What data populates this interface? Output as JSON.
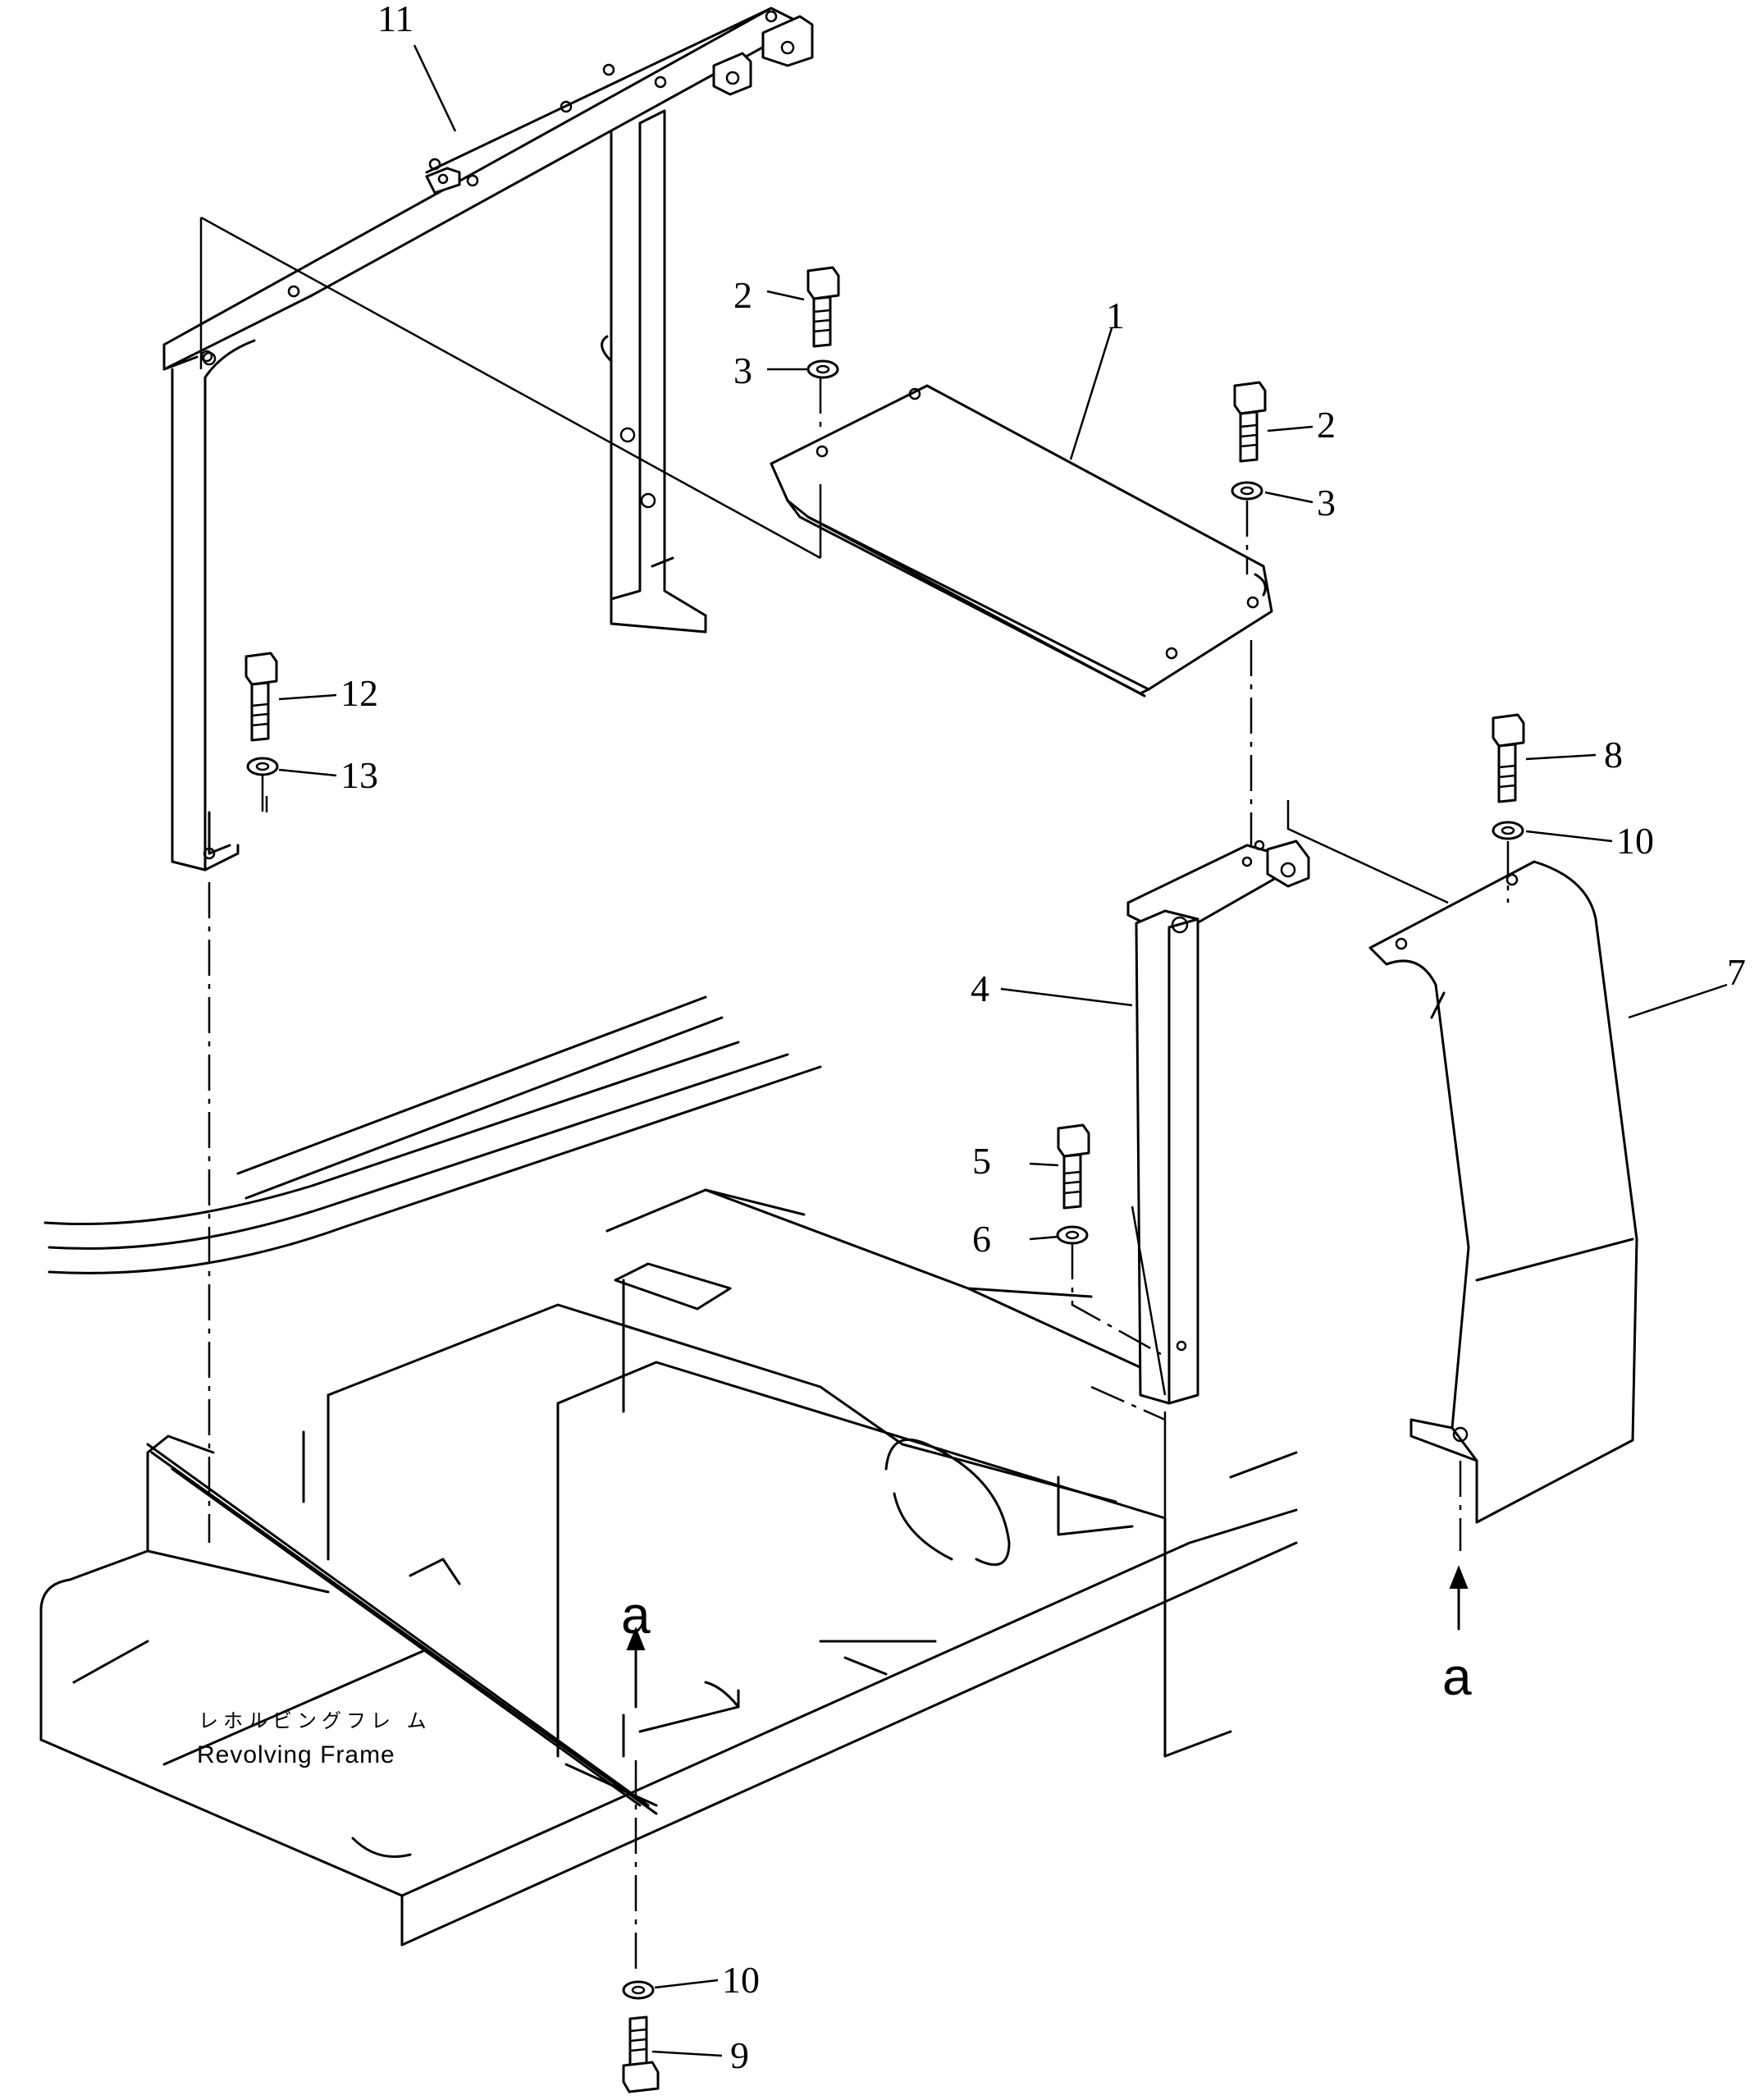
{
  "callouts": {
    "p1": "1",
    "p2a": "2",
    "p2b": "2",
    "p3a": "3",
    "p3b": "3",
    "p4": "4",
    "p5": "5",
    "p6": "6",
    "p7": "7",
    "p8": "8",
    "p9": "9",
    "p10a": "10",
    "p10b": "10",
    "p11": "11",
    "p12": "12",
    "p13": "13"
  },
  "view_markers": {
    "left": "a",
    "right": "a"
  },
  "frame_label": {
    "japanese": "レホルビングフレ ム",
    "english": "Revolving Frame"
  }
}
